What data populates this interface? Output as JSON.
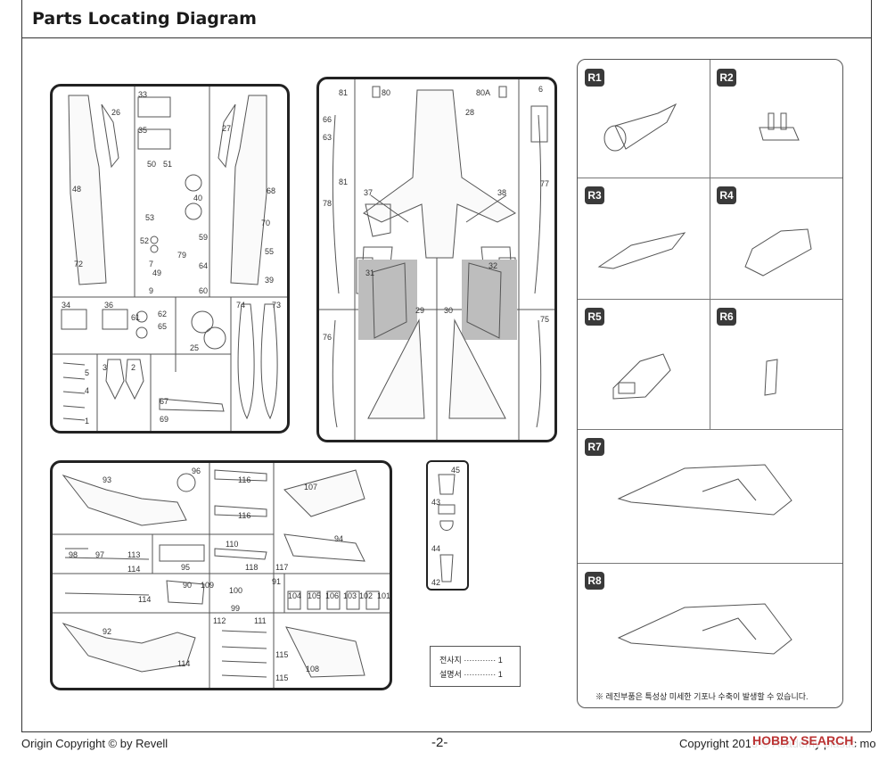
{
  "header": {
    "title": "Parts Locating Diagram"
  },
  "footer": {
    "left": "Origin Copyright © by Revell",
    "page": "-2-",
    "right": "Copyright 2013 © Academy plastic model",
    "watermark": "HOBBY SEARCH"
  },
  "sprue_a": {
    "labels": [
      "26",
      "33",
      "35",
      "27",
      "48",
      "50",
      "51",
      "40",
      "68",
      "53",
      "52",
      "59",
      "70",
      "7",
      "79",
      "55",
      "72",
      "49",
      "64",
      "39",
      "9",
      "60",
      "34",
      "36",
      "61",
      "62",
      "65",
      "74",
      "73",
      "25",
      "5",
      "4",
      "1",
      "3",
      "2",
      "67",
      "69"
    ]
  },
  "sprue_b": {
    "labels": [
      "81",
      "80",
      "80A",
      "6",
      "66",
      "63",
      "28",
      "81",
      "37",
      "38",
      "77",
      "78",
      "31",
      "32",
      "29",
      "30",
      "76",
      "75"
    ]
  },
  "sprue_c": {
    "labels": [
      "93",
      "96",
      "116",
      "107",
      "116",
      "94",
      "98",
      "97",
      "113",
      "114",
      "95",
      "110",
      "118",
      "117",
      "114",
      "90",
      "109",
      "100",
      "91",
      "99",
      "104",
      "105",
      "106",
      "103",
      "102",
      "101",
      "92",
      "112",
      "111",
      "114",
      "115",
      "108",
      "115"
    ]
  },
  "sprue_d": {
    "labels": [
      "45",
      "43",
      "44",
      "42"
    ]
  },
  "legend": {
    "line1": "전사지 ············ 1",
    "line2": "설명서 ············ 1"
  },
  "resin": {
    "cells": [
      "R1",
      "R2",
      "R3",
      "R4",
      "R5",
      "R6",
      "R7",
      "R8"
    ],
    "note": "※ 레진부품은 특성상 미세한 기포나 수축이 발생할 수 있습니다."
  }
}
